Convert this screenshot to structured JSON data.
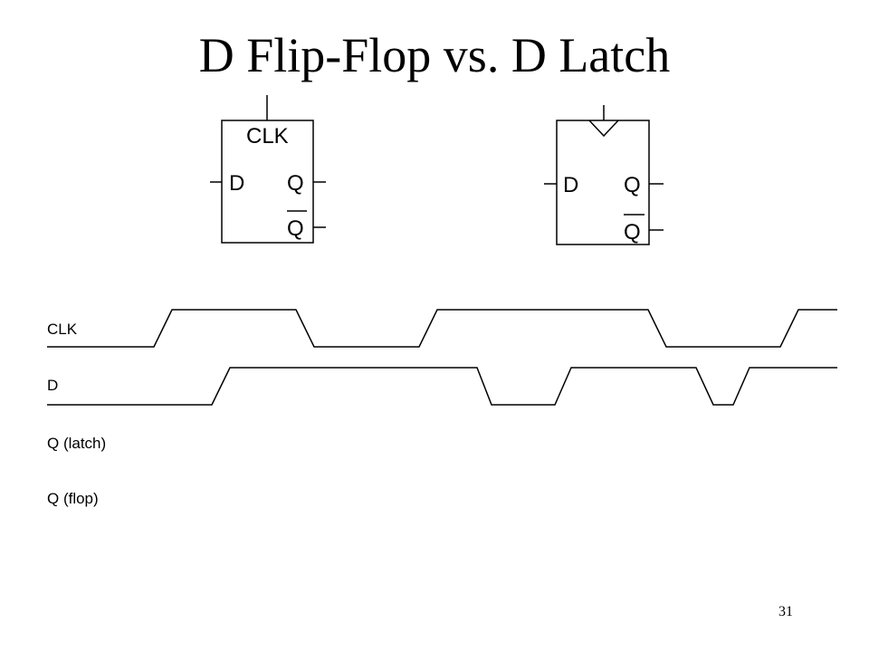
{
  "slide": {
    "title": "D Flip-Flop vs. D Latch",
    "page_number": "31"
  },
  "latch_symbol": {
    "clock_label": "CLK",
    "data_label": "D",
    "q_label": "Q",
    "qbar_label": "Q"
  },
  "flop_symbol": {
    "data_label": "D",
    "q_label": "Q",
    "qbar_label": "Q"
  },
  "timing": {
    "signals": [
      {
        "name": "CLK"
      },
      {
        "name": "D"
      },
      {
        "name": "Q (latch)"
      },
      {
        "name": "Q (flop)"
      }
    ]
  },
  "colors": {
    "ink": "#000000",
    "background": "#ffffff"
  }
}
